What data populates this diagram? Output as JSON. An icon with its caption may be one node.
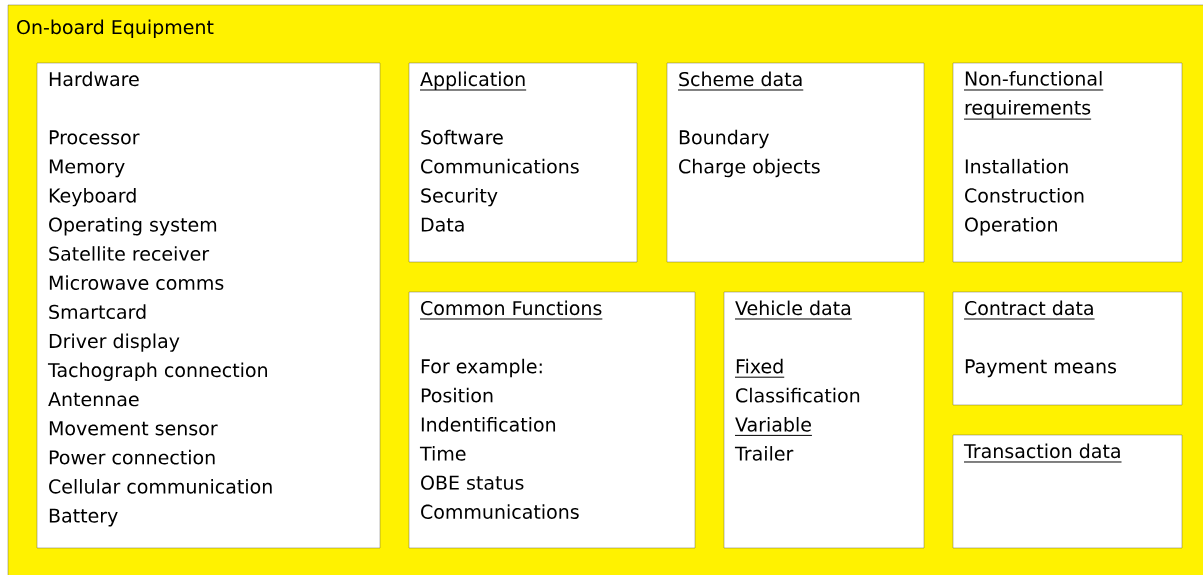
{
  "diagram": {
    "nodes": [
      {
        "text": [
          "On-board Equipment"
        ]
      },
      {
        "text": [
          "Hardware",
          "Processor",
          "Memory",
          "Keyboard",
          "Operating system",
          "Satellite receiver",
          "Microwave comms",
          "Smartcard",
          "Driver display",
          "Tachograph connection",
          "Antennae",
          "Movement sensor",
          "Power connection",
          "Cellular communication",
          "Battery"
        ],
        "in": 0
      },
      {
        "text": [
          "Application",
          "Software",
          "Communications",
          "Security",
          "Data"
        ],
        "in": 0
      },
      {
        "text": [
          "Scheme data",
          "Boundary",
          "Charge objects"
        ],
        "in": 0
      },
      {
        "text": [
          "Non-functional requirements",
          "Installation",
          "Construction",
          "Operation"
        ],
        "in": 0
      },
      {
        "text": [
          "Common Functions",
          "For example:",
          "Position",
          "Indentification",
          "Time",
          "OBE status",
          "Communications"
        ],
        "in": 0
      },
      {
        "text": [
          "Vehicle data",
          "Fixed",
          "Classification",
          "Variable",
          "Trailer"
        ],
        "in": 0
      },
      {
        "text": [
          "Contract data",
          "Payment means"
        ],
        "in": 0
      },
      {
        "text": [
          "Transaction data"
        ],
        "in": 0
      }
    ]
  }
}
